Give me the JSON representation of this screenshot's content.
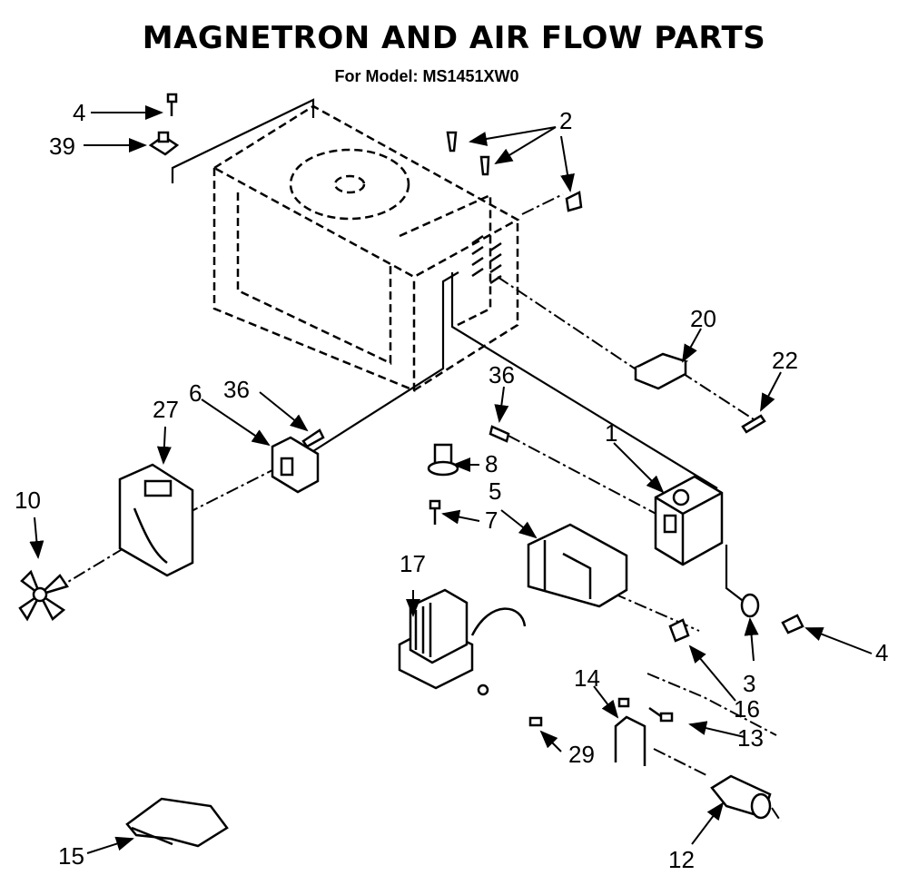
{
  "header": {
    "title": "MAGNETRON AND AIR FLOW PARTS",
    "subtitle": "For Model: MS1451XW0"
  },
  "callouts": {
    "c1": "1",
    "c2": "2",
    "c3": "3",
    "c4a": "4",
    "c4b": "4",
    "c5": "5",
    "c6": "6",
    "c7": "7",
    "c8": "8",
    "c10": "10",
    "c12": "12",
    "c13": "13",
    "c14": "14",
    "c15": "15",
    "c16": "16",
    "c17": "17",
    "c20": "20",
    "c22": "22",
    "c27": "27",
    "c29": "29",
    "c36a": "36",
    "c36b": "36",
    "c39": "39"
  },
  "parts": [
    "microwave-cabinet",
    "magnetron",
    "screw",
    "bracket",
    "thermostat",
    "air-guide",
    "fan-blade",
    "transformer",
    "capacitor",
    "diode",
    "capacitor-bracket",
    "fan-motor",
    "fan-shroud",
    "damper"
  ],
  "colors": {
    "line": "#000000",
    "background": "#ffffff"
  }
}
